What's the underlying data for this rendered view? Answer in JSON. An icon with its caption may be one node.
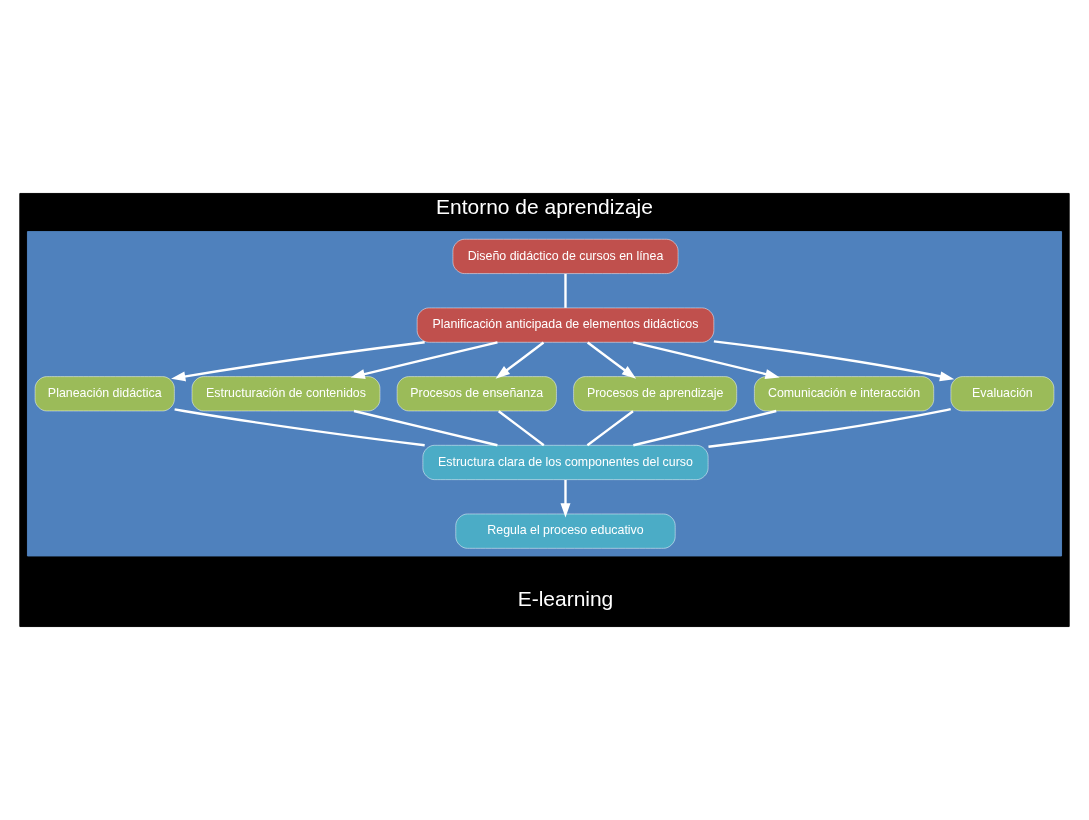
{
  "diagram": {
    "nodes": [
      {
        "text": [
          "Entorno de aprendizaje",
          "E-learning"
        ]
      },
      {
        "text": [],
        "shape": "box",
        "in": 0
      },
      {
        "text": [
          "Diseño didáctico de cursos en línea"
        ],
        "in": 1
      },
      {
        "text": [
          "Planificación anticipada de elementos didácticos"
        ],
        "in": 1
      },
      {
        "text": [
          "Planeación didáctica"
        ],
        "in": 1
      },
      {
        "text": [
          "Estructuración de contenidos"
        ],
        "in": 1
      },
      {
        "text": [
          "Procesos de enseñanza"
        ],
        "in": 1
      },
      {
        "text": [
          "Procesos de aprendizaje"
        ],
        "in": 1
      },
      {
        "text": [
          "Comunicación e interacción"
        ],
        "in": 1
      },
      {
        "text": [
          "Evaluación"
        ],
        "in": 1
      },
      {
        "text": [
          "Estructura clara de los componentes del curso"
        ],
        "in": 1
      },
      {
        "text": [
          "Regula el proceso educativo"
        ],
        "in": 1
      }
    ],
    "edges": [
      {
        "from": 2,
        "to": 3,
        "arrow": "none"
      },
      {
        "from": 3,
        "to": 4,
        "arrow": "to"
      },
      {
        "from": 3,
        "to": 5,
        "arrow": "to"
      },
      {
        "from": 3,
        "to": 6,
        "arrow": "to"
      },
      {
        "from": 3,
        "to": 7,
        "arrow": "to"
      },
      {
        "from": 3,
        "to": 8,
        "arrow": "to"
      },
      {
        "from": 3,
        "to": 9,
        "arrow": "to"
      },
      {
        "from": 4,
        "to": 10,
        "arrow": "none"
      },
      {
        "from": 5,
        "to": 10,
        "arrow": "none"
      },
      {
        "from": 6,
        "to": 10,
        "arrow": "none"
      },
      {
        "from": 7,
        "to": 10,
        "arrow": "none"
      },
      {
        "from": 8,
        "to": 10,
        "arrow": "none"
      },
      {
        "from": 9,
        "to": 10,
        "arrow": "none"
      },
      {
        "from": 10,
        "to": 11,
        "arrow": "to"
      }
    ]
  }
}
